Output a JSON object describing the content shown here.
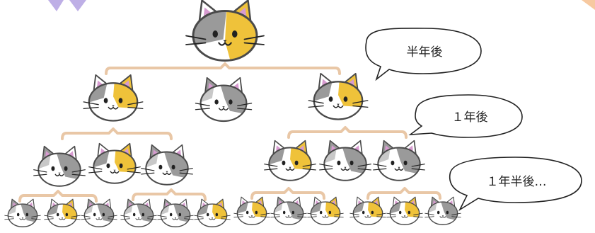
{
  "bubbles": {
    "half_year": "半年後",
    "one_year": "１年後",
    "one_and_half_year": "１年半後…"
  },
  "colors": {
    "outline": "#4a4a4a",
    "face": "#ffffff",
    "gray": "#9a9a9a",
    "yellow": "#efc23a",
    "ear_pink": "#d79bd0",
    "bracket": "#e9c7a6",
    "corner_purple": "#b7a6e3",
    "corner_orange": "#f7c9a0"
  },
  "cat_icon": "calico-cat-face-icon"
}
